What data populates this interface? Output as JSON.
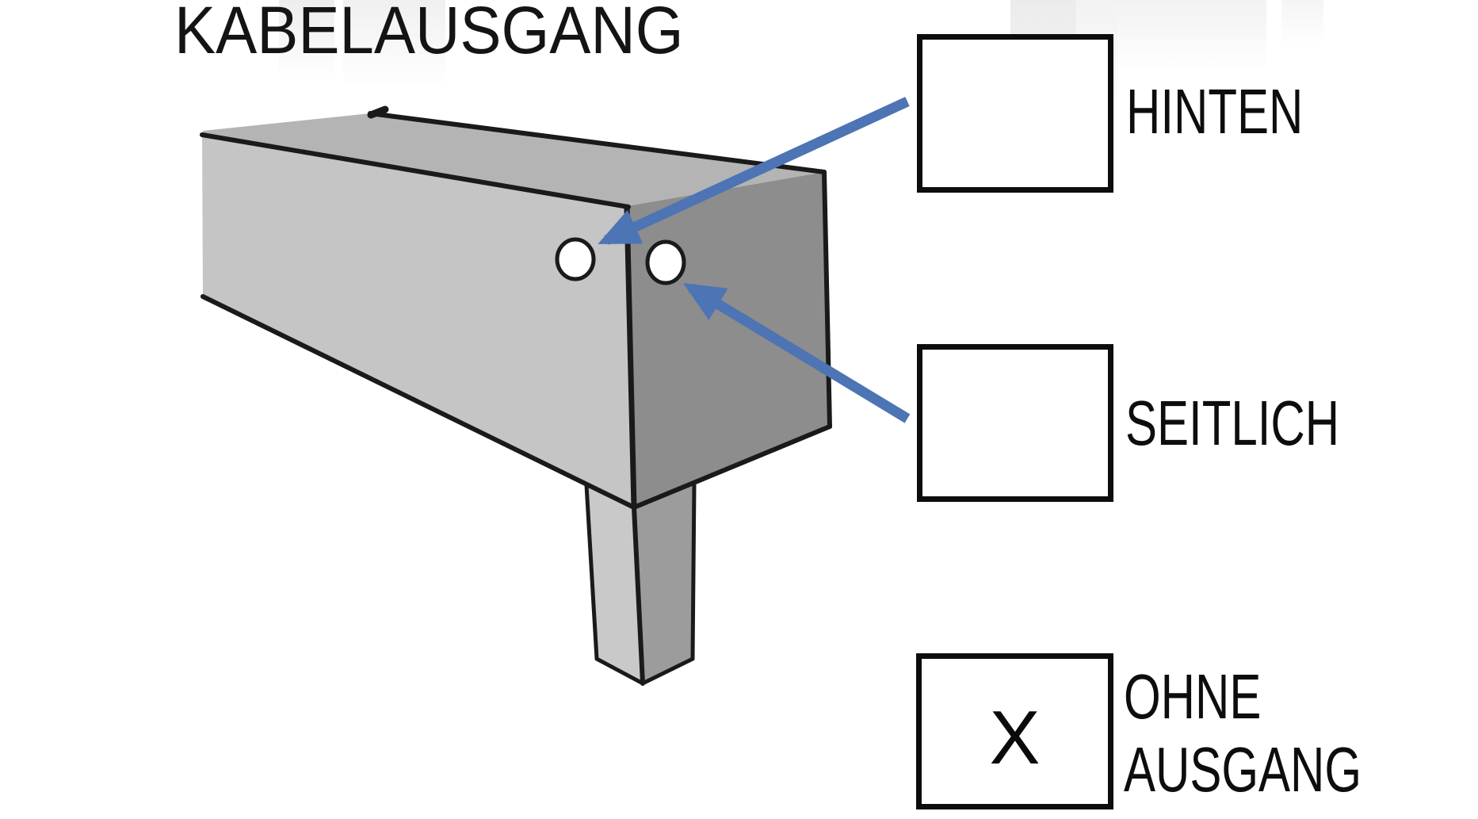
{
  "title": "KABELAUSGANG",
  "options": [
    {
      "id": "hinten",
      "label_lines": [
        "HINTEN"
      ],
      "mark": "",
      "checked": false
    },
    {
      "id": "seitlich",
      "label_lines": [
        "SEITLICH"
      ],
      "mark": "",
      "checked": false
    },
    {
      "id": "ohne-ausgang",
      "label_lines": [
        "OHNE",
        "AUSGANG"
      ],
      "mark": "X",
      "checked": true
    }
  ],
  "colors": {
    "arrow": "#4D74B4",
    "outline": "#1a1a1a",
    "face_front": "#c5c5c5",
    "face_top": "#b4b4b4",
    "face_right": "#8d8d8d",
    "leg_left": "#c9c9c9",
    "leg_right": "#9c9c9c",
    "hole_fill": "#ffffff",
    "checkbox_border": "#0d0d0d",
    "text": "#111111",
    "background": "#ffffff"
  }
}
